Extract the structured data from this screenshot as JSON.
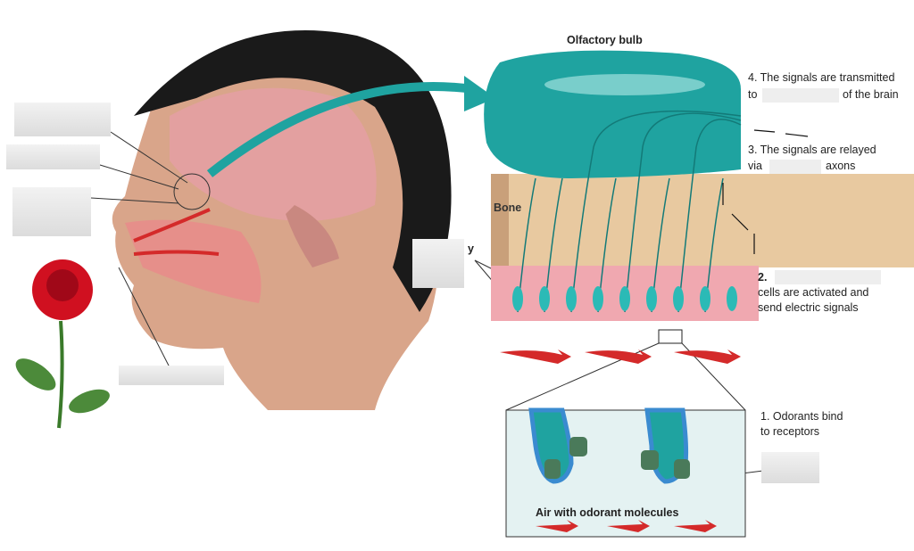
{
  "title": "Olfactory bulb",
  "bone_label": "Bone",
  "receptor_label_suffix": "y",
  "steps": {
    "step4_line1": "4. The signals are transmitted",
    "step4_prefix": "to",
    "step4_suffix": "of the brain",
    "step3_line1": "3. The signals are relayed",
    "step3_prefix": "via",
    "step3_suffix": "axons",
    "step2_prefix": "2.",
    "step2_line2": "cells are activated and",
    "step2_line3": "send electric signals",
    "step1_line1": "1. Odorants bind",
    "step1_line2": "to receptors"
  },
  "inset_caption": "Air with odorant molecules",
  "colors": {
    "teal": "#1fa3a0",
    "bone": "#e8c9a0",
    "epithelium": "#f0a8b0",
    "rose": "#d01020",
    "arrow": "#d42a2a"
  }
}
